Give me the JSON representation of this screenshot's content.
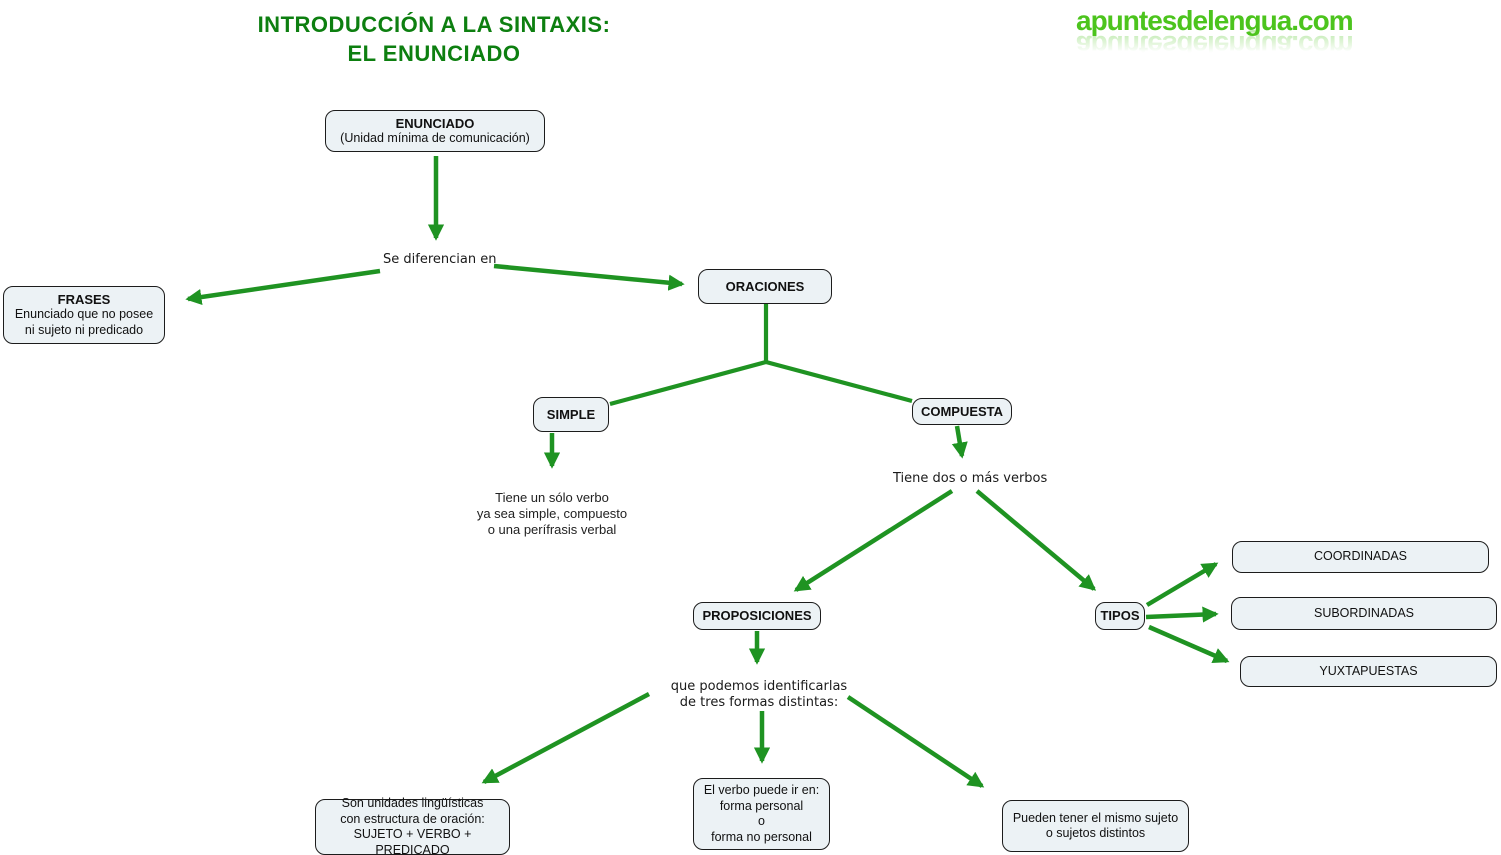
{
  "page": {
    "title_line1": "INTRODUCCIÓN A LA SINTAXIS:",
    "title_line2": "EL ENUNCIADO",
    "logo": "apuntesdelengua.com"
  },
  "colors": {
    "arrow_green": "#1f9322",
    "title_green": "#0d7f10",
    "logo_green": "#4cc41d",
    "box_fill": "#ecf2f5",
    "box_border": "#1c1c1c"
  },
  "nodes": {
    "enunciado": {
      "title": "ENUNCIADO",
      "subtitle": "(Unidad mínima de comunicación)"
    },
    "frases": {
      "title": "FRASES",
      "lines": [
        "Enunciado que no posee",
        "ni sujeto ni predicado"
      ]
    },
    "oraciones": {
      "title": "ORACIONES"
    },
    "simple": {
      "title": "SIMPLE"
    },
    "compuesta": {
      "title": "COMPUESTA"
    },
    "proposiciones": {
      "title": "PROPOSICIONES"
    },
    "tipos": {
      "title": "TIPOS"
    },
    "coordinadas": {
      "title": "COORDINADAS"
    },
    "subordinadas": {
      "title": "SUBORDINADAS"
    },
    "yuxtapuestas": {
      "title": "YUXTAPUESTAS"
    },
    "unidades": {
      "lines": [
        "Son unidades lingüísticas",
        "con estructura de oración:",
        "SUJETO + VERBO + PREDICADO"
      ]
    },
    "verbo_forma": {
      "lines": [
        "El verbo puede ir en:",
        "forma personal",
        "o",
        "forma no personal"
      ]
    },
    "mismo_sujeto": {
      "lines": [
        "Pueden tener el mismo sujeto",
        "o sujetos distintos"
      ]
    }
  },
  "labels": {
    "se_diferencian": "Se diferencian en",
    "tiene_un_solo_verbo": {
      "lines": [
        "Tiene un sólo verbo",
        "ya sea simple, compuesto",
        "o una perífrasis verbal"
      ]
    },
    "tiene_dos_verbos": "Tiene dos o más verbos",
    "que_podemos": {
      "lines": [
        "que podemos identificarlas",
        "de tres formas distintas:"
      ]
    }
  }
}
